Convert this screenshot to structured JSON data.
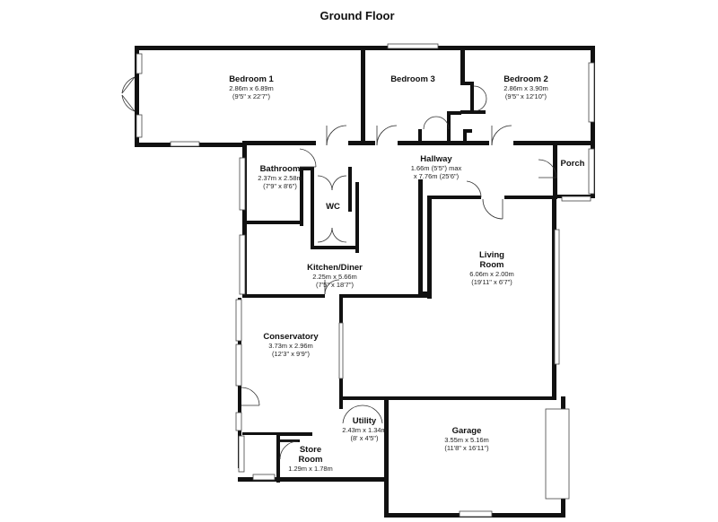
{
  "plan": {
    "title": "Ground Floor"
  },
  "rooms": {
    "bedroom1": {
      "name": "Bedroom 1",
      "dim_m": "2.86m x 6.89m",
      "dim_ft": "(9'5\" x 22'7\")"
    },
    "bedroom3": {
      "name": "Bedroom 3"
    },
    "bedroom2": {
      "name": "Bedroom 2",
      "dim_m": "2.86m x 3.90m",
      "dim_ft": "(9'5\" x 12'10\")"
    },
    "bathroom": {
      "name": "Bathroom",
      "dim_m": "2.37m x 2.58m",
      "dim_ft": "(7'9\" x 8'6\")"
    },
    "hallway": {
      "name": "Hallway",
      "dim_m": "1.66m (5'5\") max",
      "dim_ft": "x 7.76m (25'6\")"
    },
    "porch": {
      "name": "Porch"
    },
    "wc": {
      "name": "WC"
    },
    "living": {
      "name": "Living",
      "name2": "Room",
      "dim_m": "6.06m x 2.00m",
      "dim_ft": "(19'11\" x 6'7\")"
    },
    "kitchen": {
      "name": "Kitchen/Diner",
      "dim_m": "2.25m x 5.66m",
      "dim_ft": "(7'5\" x 18'7\")"
    },
    "conservatory": {
      "name": "Conservatory",
      "dim_m": "3.73m x 2.96m",
      "dim_ft": "(12'3\" x 9'9\")"
    },
    "utility": {
      "name": "Utility",
      "dim_m": "2.43m x 1.34m",
      "dim_ft": "(8' x 4'5\")"
    },
    "garage": {
      "name": "Garage",
      "dim_m": "3.55m x 5.16m",
      "dim_ft": "(11'8\" x 16'11\")"
    },
    "store": {
      "name": "Store",
      "name2": "Room",
      "dim_m": "1.29m x 1.78m"
    }
  }
}
